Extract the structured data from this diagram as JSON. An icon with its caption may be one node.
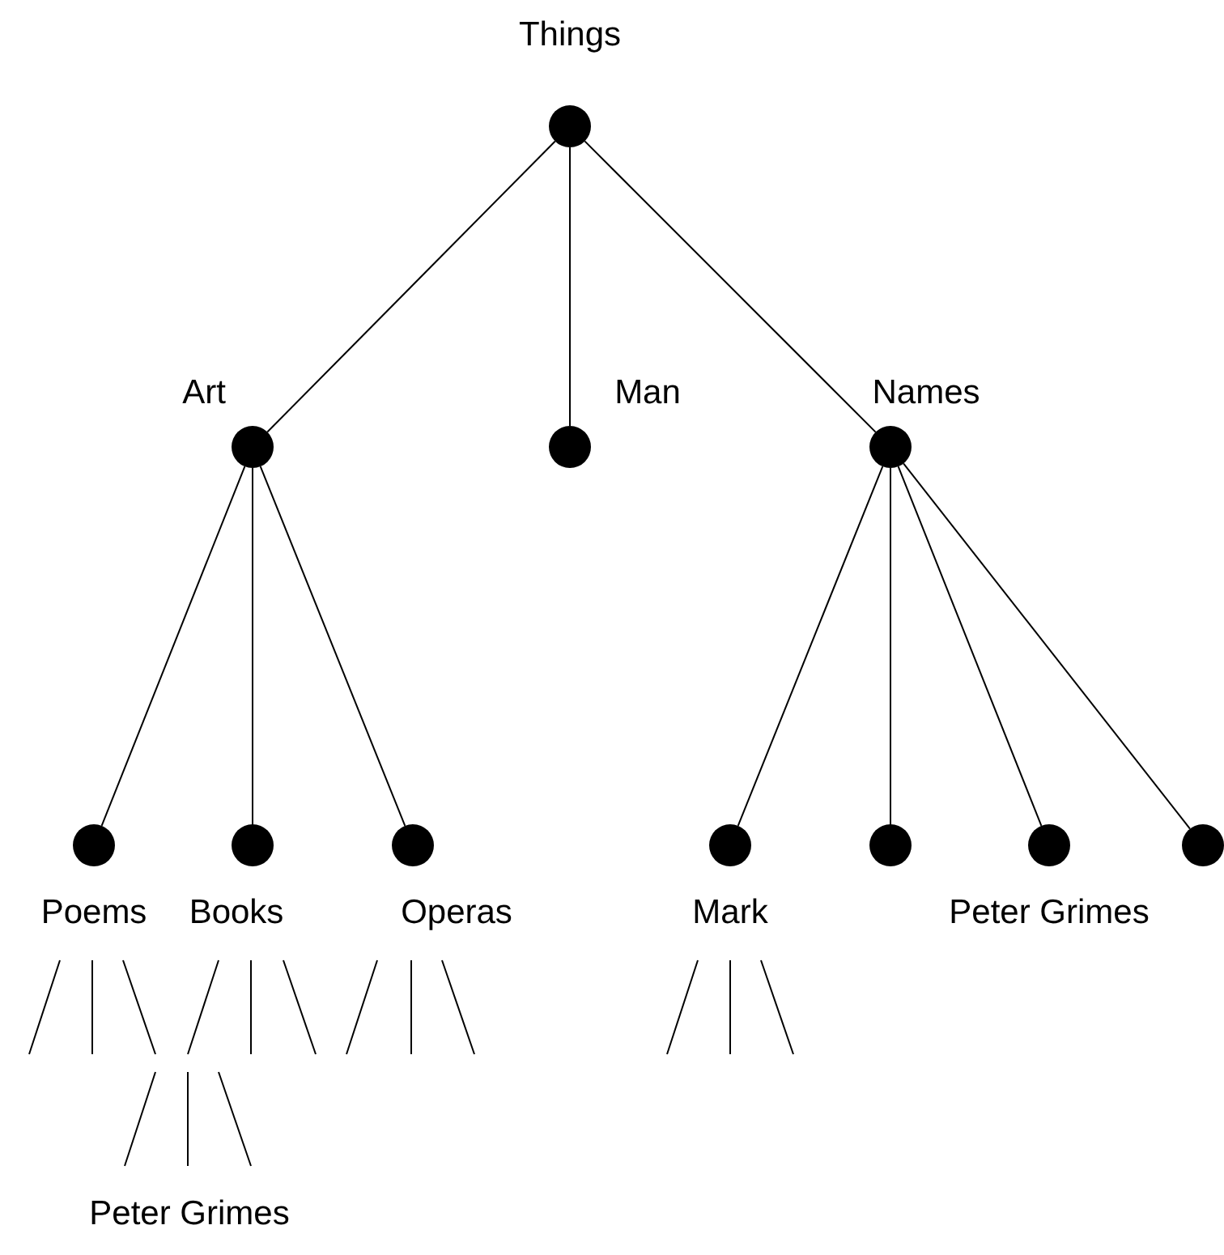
{
  "diagram": {
    "nodes": [
      {
        "text": [
          "Things"
        ]
      },
      {
        "text": [
          "Art"
        ]
      },
      {
        "text": [
          "Man"
        ]
      },
      {
        "text": [
          "Names"
        ]
      },
      {
        "text": [
          "Poems"
        ]
      },
      {
        "text": [
          "Books"
        ]
      },
      {
        "text": [
          "Operas"
        ]
      },
      {
        "text": [
          "Mark"
        ]
      },
      {
        "text": [],
        "shape": "circle"
      },
      {
        "text": [
          "Peter Grimes"
        ]
      },
      {
        "text": [],
        "shape": "circle"
      },
      {
        "text": [
          "Peter Grimes"
        ]
      }
    ],
    "edges": [
      {
        "from": 0,
        "to": 1,
        "arrow": "none"
      },
      {
        "from": 0,
        "to": 2,
        "arrow": "none"
      },
      {
        "from": 0,
        "to": 3,
        "arrow": "none"
      },
      {
        "from": 1,
        "to": 4,
        "arrow": "none"
      },
      {
        "from": 1,
        "to": 5,
        "arrow": "none"
      },
      {
        "from": 1,
        "to": 6,
        "arrow": "none"
      },
      {
        "from": 3,
        "to": 7,
        "arrow": "none"
      },
      {
        "from": 3,
        "to": 8,
        "arrow": "none"
      },
      {
        "from": 3,
        "to": 9,
        "arrow": "none"
      },
      {
        "from": 3,
        "to": 10,
        "arrow": "none"
      }
    ]
  }
}
